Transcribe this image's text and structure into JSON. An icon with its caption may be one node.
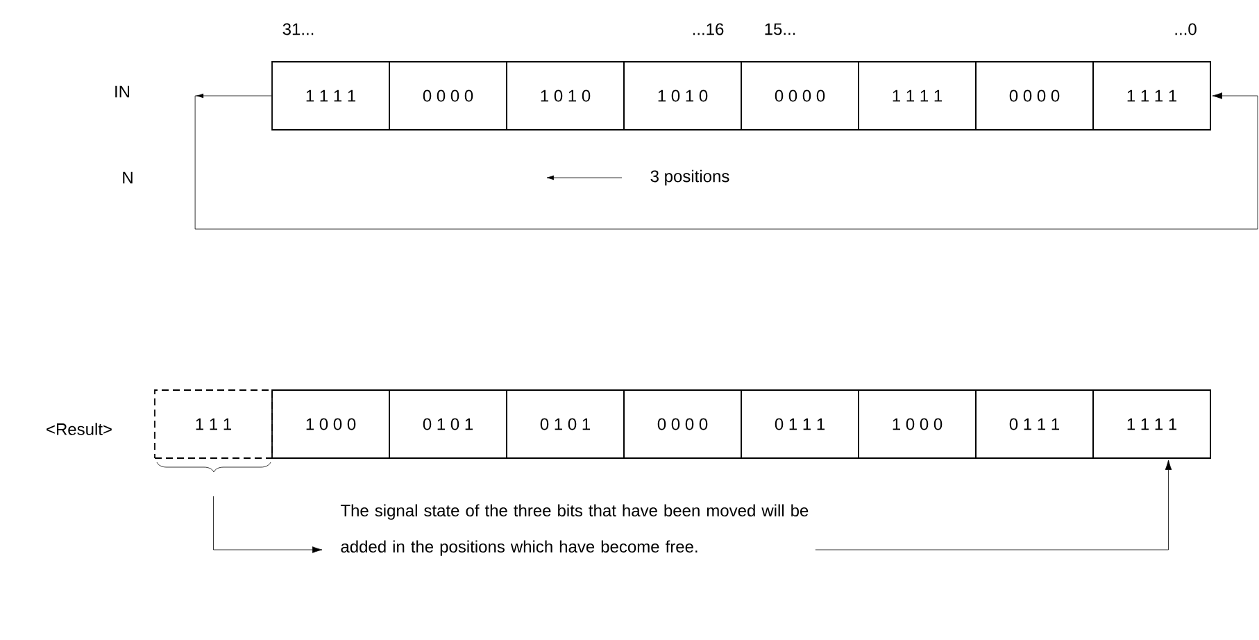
{
  "diagram": {
    "nodes": [
      {
        "text": [
          "1 1 1 1"
        ]
      },
      {
        "text": [
          "0 0 0 0"
        ]
      },
      {
        "text": [
          "1 0 1 0"
        ]
      },
      {
        "text": [
          "1 0 1 0"
        ]
      },
      {
        "text": [
          "0 0 0 0"
        ]
      },
      {
        "text": [
          "1 1 1 1"
        ]
      },
      {
        "text": [
          "0 0 0 0"
        ]
      },
      {
        "text": [
          "1 1 1 1"
        ]
      },
      {
        "text": [
          "1 1 1"
        ]
      },
      {
        "text": [
          "1 0 0 0"
        ]
      },
      {
        "text": [
          "0 1 0 1"
        ]
      },
      {
        "text": [
          "0 1 0 1"
        ]
      },
      {
        "text": [
          "0 0 0 0"
        ]
      },
      {
        "text": [
          "0 1 1 1"
        ]
      },
      {
        "text": [
          "1 0 0 0"
        ]
      },
      {
        "text": [
          "0 1 1 1"
        ]
      },
      {
        "text": [
          "1 1 1 1"
        ]
      },
      {
        "text": [
          "The signal state of the three bits that have been moved will be added in the positions which have become free."
        ]
      }
    ],
    "edges": [
      {
        "from": 0,
        "to": 7,
        "arrow": "to"
      },
      {
        "from": 8,
        "to": 17,
        "arrow": "to"
      },
      {
        "from": 17,
        "to": 16,
        "arrow": "to"
      }
    ],
    "labels": [
      "31...",
      "...16",
      "15...",
      "...0",
      "IN",
      "N",
      "3 positions",
      "<Result>"
    ]
  }
}
